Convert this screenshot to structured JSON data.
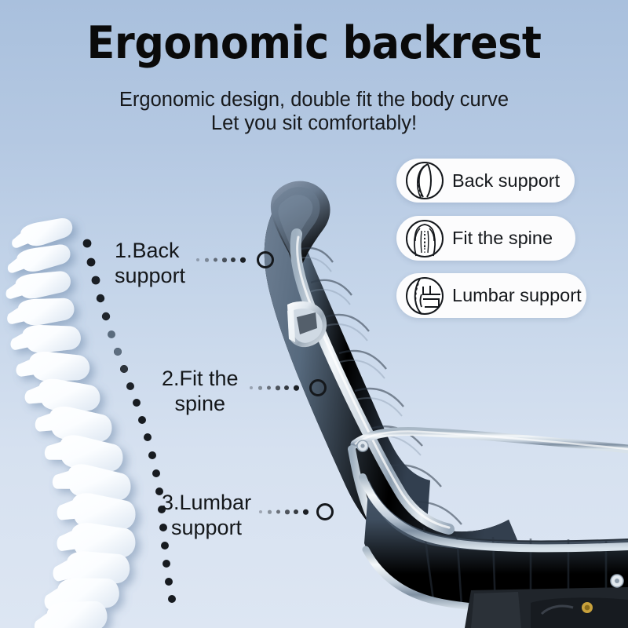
{
  "header": {
    "title": "Ergonomic backrest",
    "subtitle_line1": "Ergonomic design, double fit the body curve",
    "subtitle_line2": "Let you sit comfortably!"
  },
  "colors": {
    "background_top": "#a9c0dd",
    "background_bottom": "#dde6f3",
    "text": "#14171a",
    "pill_background": "#fcfcfd",
    "cushion_dark": "#3d4c5e",
    "cushion_light": "#5a6c80",
    "chrome": "#e8edf2",
    "base_black": "#1d2126"
  },
  "callouts": [
    {
      "number": "1.",
      "line1": "1.Back",
      "line2": "support",
      "marker": "target-ring"
    },
    {
      "number": "2.",
      "line1": "2.Fit the",
      "line2": "spine",
      "marker": "target-ring"
    },
    {
      "number": "3.",
      "line1": "3.Lumbar",
      "line2": "support",
      "marker": "target-ring"
    }
  ],
  "feature_pills": [
    {
      "label": "Back support",
      "icon": "back-support-icon"
    },
    {
      "label": "Fit the spine",
      "icon": "spine-icon"
    },
    {
      "label": "Lumbar support",
      "icon": "lumbar-support-icon"
    }
  ],
  "illustration": {
    "spine": "spinal-column-illustration",
    "chair": "office-chair-backrest-photo"
  }
}
